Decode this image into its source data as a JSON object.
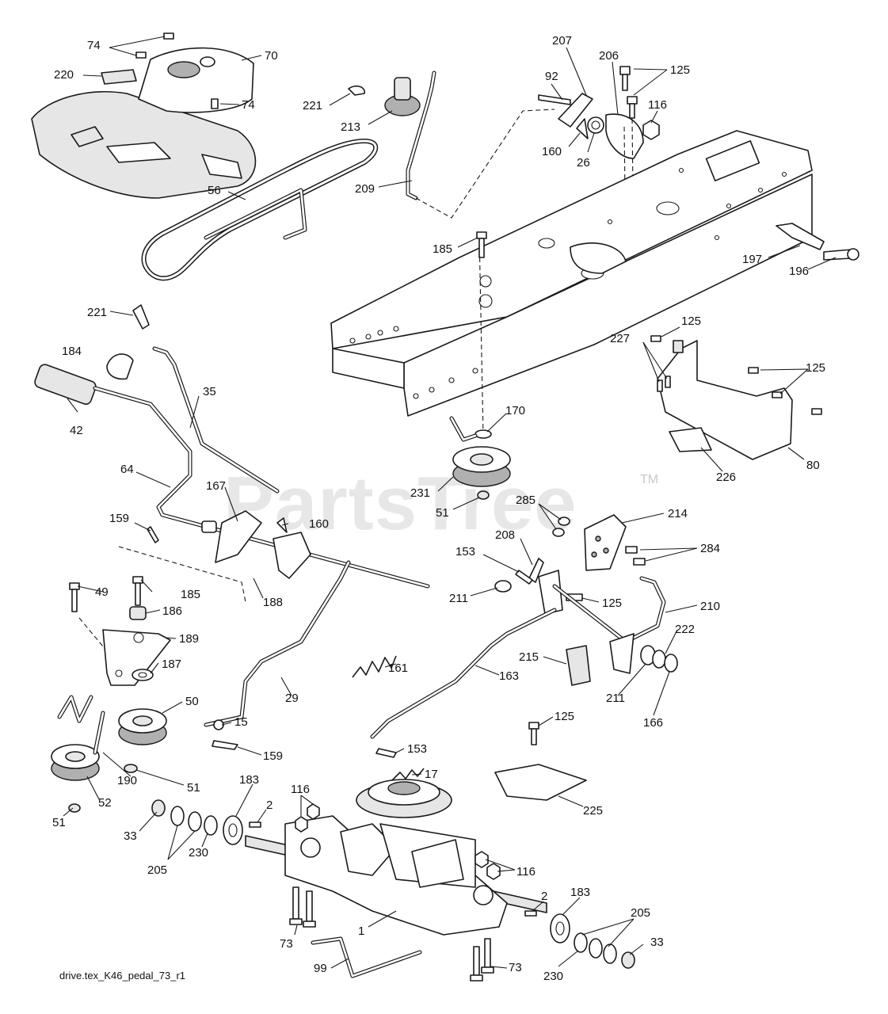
{
  "watermark": {
    "text": "PartsTree",
    "mark": "TM"
  },
  "footer": {
    "drawing_id": "drive.tex_K46_pedal_73_r1"
  },
  "callouts": [
    {
      "id": "c74a",
      "label": "74"
    },
    {
      "id": "c70",
      "label": "70"
    },
    {
      "id": "c220",
      "label": "220"
    },
    {
      "id": "c74b",
      "label": "74"
    },
    {
      "id": "c221a",
      "label": "221"
    },
    {
      "id": "c213",
      "label": "213"
    },
    {
      "id": "c56",
      "label": "56"
    },
    {
      "id": "c207",
      "label": "207"
    },
    {
      "id": "c206",
      "label": "206"
    },
    {
      "id": "c125a",
      "label": "125"
    },
    {
      "id": "c92",
      "label": "92"
    },
    {
      "id": "c116a",
      "label": "116"
    },
    {
      "id": "c160a",
      "label": "160"
    },
    {
      "id": "c26",
      "label": "26"
    },
    {
      "id": "c209",
      "label": "209"
    },
    {
      "id": "c185a",
      "label": "185"
    },
    {
      "id": "c197",
      "label": "197"
    },
    {
      "id": "c196",
      "label": "196"
    },
    {
      "id": "c221b",
      "label": "221"
    },
    {
      "id": "c184",
      "label": "184"
    },
    {
      "id": "c35",
      "label": "35"
    },
    {
      "id": "c42",
      "label": "42"
    },
    {
      "id": "c125b",
      "label": "125"
    },
    {
      "id": "c227",
      "label": "227"
    },
    {
      "id": "c125c",
      "label": "125"
    },
    {
      "id": "c170",
      "label": "170"
    },
    {
      "id": "c80",
      "label": "80"
    },
    {
      "id": "c226",
      "label": "226"
    },
    {
      "id": "c64",
      "label": "64"
    },
    {
      "id": "c167",
      "label": "167"
    },
    {
      "id": "c160b",
      "label": "160"
    },
    {
      "id": "c231",
      "label": "231"
    },
    {
      "id": "c51a",
      "label": "51"
    },
    {
      "id": "c285",
      "label": "285"
    },
    {
      "id": "c214",
      "label": "214"
    },
    {
      "id": "c159a",
      "label": "159"
    },
    {
      "id": "c208",
      "label": "208"
    },
    {
      "id": "c153a",
      "label": "153"
    },
    {
      "id": "c284",
      "label": "284"
    },
    {
      "id": "c49",
      "label": "49"
    },
    {
      "id": "c185b",
      "label": "185"
    },
    {
      "id": "c211a",
      "label": "211"
    },
    {
      "id": "c125d",
      "label": "125"
    },
    {
      "id": "c210",
      "label": "210"
    },
    {
      "id": "c186",
      "label": "186"
    },
    {
      "id": "c188",
      "label": "188"
    },
    {
      "id": "c189",
      "label": "189"
    },
    {
      "id": "c222",
      "label": "222"
    },
    {
      "id": "c187",
      "label": "187"
    },
    {
      "id": "c215",
      "label": "215"
    },
    {
      "id": "c161",
      "label": "161"
    },
    {
      "id": "c163",
      "label": "163"
    },
    {
      "id": "c211b",
      "label": "211"
    },
    {
      "id": "c166",
      "label": "166"
    },
    {
      "id": "c29",
      "label": "29"
    },
    {
      "id": "c50",
      "label": "50"
    },
    {
      "id": "c15",
      "label": "15"
    },
    {
      "id": "c125e",
      "label": "125"
    },
    {
      "id": "c159b",
      "label": "159"
    },
    {
      "id": "c153b",
      "label": "153"
    },
    {
      "id": "c190",
      "label": "190"
    },
    {
      "id": "c51b",
      "label": "51"
    },
    {
      "id": "c17",
      "label": "17"
    },
    {
      "id": "c225",
      "label": "225"
    },
    {
      "id": "c52",
      "label": "52"
    },
    {
      "id": "c183a",
      "label": "183"
    },
    {
      "id": "c116b",
      "label": "116"
    },
    {
      "id": "c2a",
      "label": "2"
    },
    {
      "id": "c51c",
      "label": "51"
    },
    {
      "id": "c33a",
      "label": "33"
    },
    {
      "id": "c230a",
      "label": "230"
    },
    {
      "id": "c205a",
      "label": "205"
    },
    {
      "id": "c116c",
      "label": "116"
    },
    {
      "id": "c183b",
      "label": "183"
    },
    {
      "id": "c2b",
      "label": "2"
    },
    {
      "id": "c205b",
      "label": "205"
    },
    {
      "id": "c73a",
      "label": "73"
    },
    {
      "id": "c1",
      "label": "1"
    },
    {
      "id": "c33b",
      "label": "33"
    },
    {
      "id": "c99",
      "label": "99"
    },
    {
      "id": "c73b",
      "label": "73"
    },
    {
      "id": "c230b",
      "label": "230"
    }
  ]
}
